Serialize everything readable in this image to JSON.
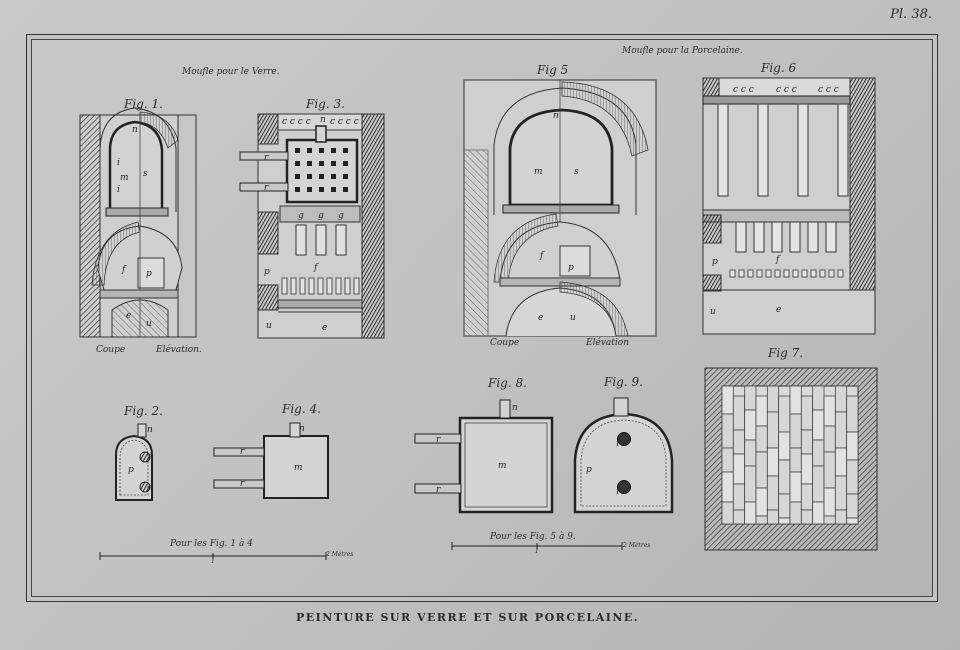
{
  "plate_number": "Pl. 38.",
  "captions": {
    "glass_muffle": "Moufle pour le Verre.",
    "porcelain_muffle": "Moufle pour la Porcelaine.",
    "coupe_left": "Coupe",
    "elevation_left": "Elévation.",
    "coupe_right": "Coupe",
    "elevation_right": "Elévation"
  },
  "figures": {
    "fig1": "Fig. 1.",
    "fig2": "Fig. 2.",
    "fig3": "Fig. 3.",
    "fig4": "Fig. 4.",
    "fig5": "Fig 5",
    "fig6": "Fig. 6",
    "fig7": "Fig 7.",
    "fig8": "Fig. 8.",
    "fig9": "Fig. 9."
  },
  "scales": {
    "left_label": "Pour les Fig. 1 à 4",
    "left_mid": "1",
    "left_end": "2 Mètres",
    "right_label": "Pour les Fig. 5 à 9.",
    "right_mid": "1",
    "right_end": "2 Mètres"
  },
  "letters": {
    "s": "s",
    "m": "m",
    "f": "f",
    "p": "p",
    "e": "e",
    "u": "u",
    "n": "n",
    "r": "r",
    "g": "g",
    "c": "c",
    "i": "i",
    "ccc": "c c c c",
    "ccc6": "c c c"
  },
  "title": "PEINTURE SUR VERRE ET SUR PORCELAINE."
}
